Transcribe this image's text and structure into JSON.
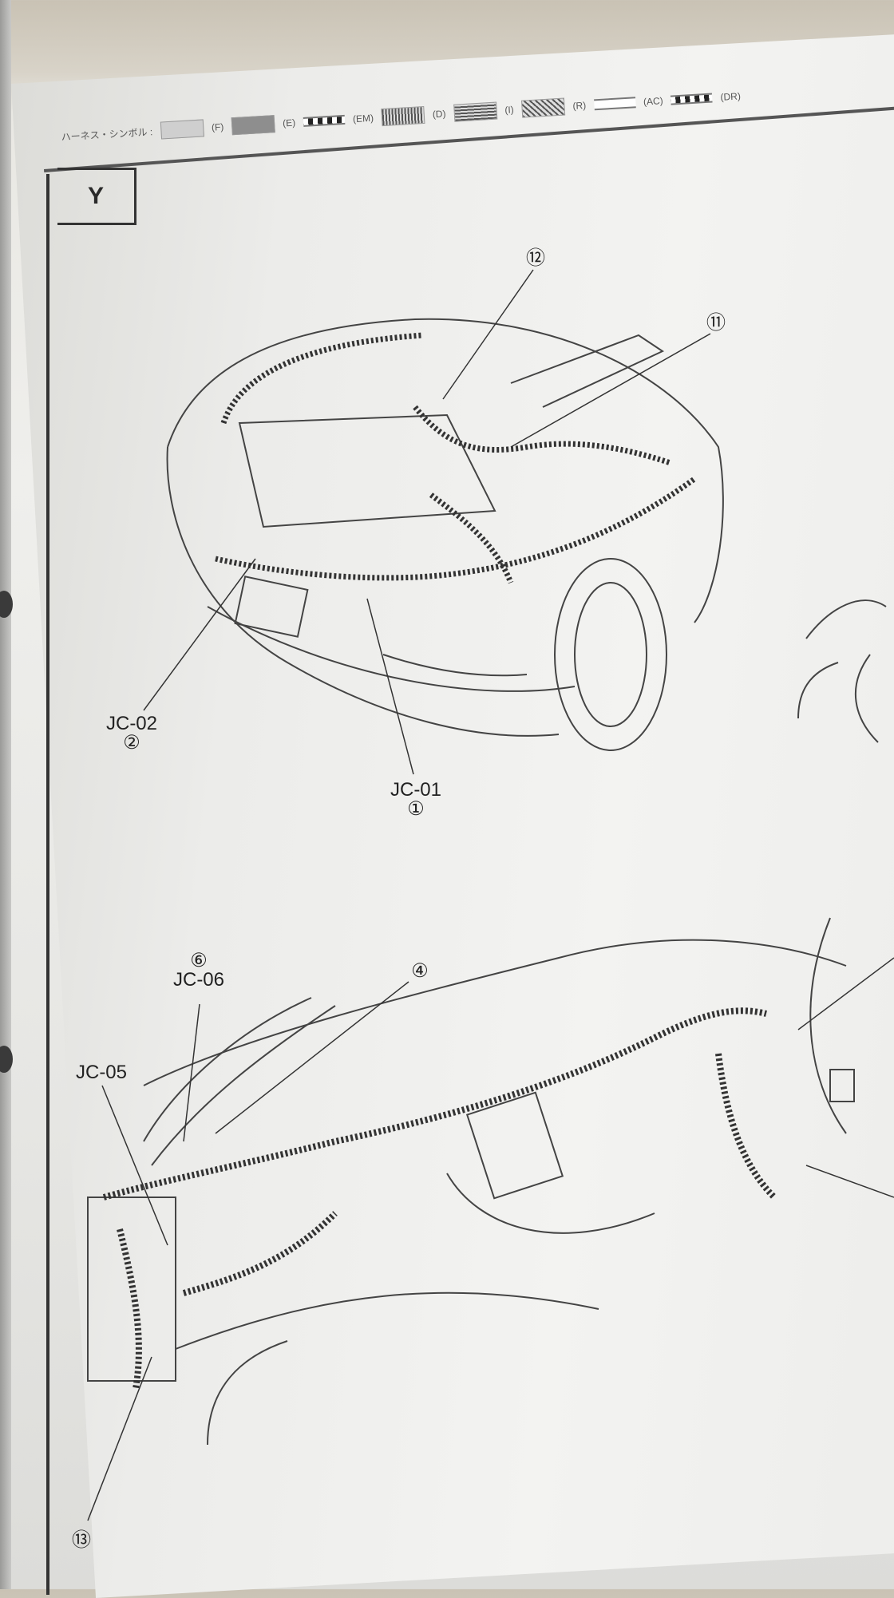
{
  "legend": {
    "title": "ハーネス・シンボル :",
    "items": [
      {
        "code": "(F)",
        "swatch": "light-gray"
      },
      {
        "code": "(E)",
        "swatch": "dark-gray"
      },
      {
        "code": "(EM)",
        "swatch": "diamonds"
      },
      {
        "code": "(D)",
        "swatch": "vertical-hatch"
      },
      {
        "code": "(I)",
        "swatch": "horizontal-hatch"
      },
      {
        "code": "(R)",
        "swatch": "diagonal-hatch"
      },
      {
        "code": "(AC)",
        "swatch": "rings"
      },
      {
        "code": "(DR)",
        "swatch": "diamonds"
      }
    ]
  },
  "section": "Y",
  "engine_view": {
    "callouts": [
      {
        "id": "c12",
        "text": "⑫"
      },
      {
        "id": "c11",
        "text": "⑪"
      },
      {
        "id": "jc02",
        "text": "JC-02",
        "num": "②"
      },
      {
        "id": "jc01",
        "text": "JC-01",
        "num": "①"
      }
    ]
  },
  "dash_view": {
    "callouts": [
      {
        "id": "jc06",
        "text": "JC-06",
        "num": "⑥"
      },
      {
        "id": "c4",
        "text": "④"
      },
      {
        "id": "jc05",
        "text": "JC-05"
      },
      {
        "id": "c13",
        "text": "⑬"
      }
    ]
  }
}
